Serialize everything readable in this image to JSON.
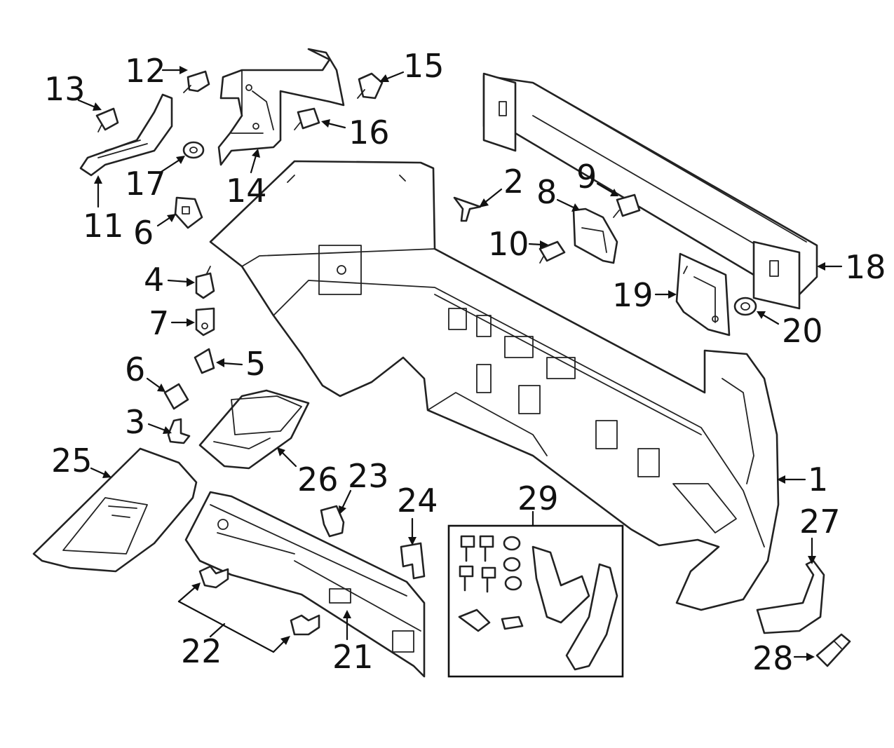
{
  "callouts": [
    {
      "id": "1",
      "label": "1"
    },
    {
      "id": "2",
      "label": "2"
    },
    {
      "id": "3",
      "label": "3"
    },
    {
      "id": "4",
      "label": "4"
    },
    {
      "id": "5",
      "label": "5"
    },
    {
      "id": "6a",
      "label": "6"
    },
    {
      "id": "6b",
      "label": "6"
    },
    {
      "id": "7",
      "label": "7"
    },
    {
      "id": "8",
      "label": "8"
    },
    {
      "id": "9",
      "label": "9"
    },
    {
      "id": "10",
      "label": "10"
    },
    {
      "id": "11",
      "label": "11"
    },
    {
      "id": "12",
      "label": "12"
    },
    {
      "id": "13",
      "label": "13"
    },
    {
      "id": "14",
      "label": "14"
    },
    {
      "id": "15",
      "label": "15"
    },
    {
      "id": "16",
      "label": "16"
    },
    {
      "id": "17",
      "label": "17"
    },
    {
      "id": "18",
      "label": "18"
    },
    {
      "id": "19",
      "label": "19"
    },
    {
      "id": "20",
      "label": "20"
    },
    {
      "id": "21",
      "label": "21"
    },
    {
      "id": "22",
      "label": "22"
    },
    {
      "id": "23",
      "label": "23"
    },
    {
      "id": "24",
      "label": "24"
    },
    {
      "id": "25",
      "label": "25"
    },
    {
      "id": "26",
      "label": "26"
    },
    {
      "id": "27",
      "label": "27"
    },
    {
      "id": "28",
      "label": "28"
    },
    {
      "id": "29",
      "label": "29"
    }
  ]
}
